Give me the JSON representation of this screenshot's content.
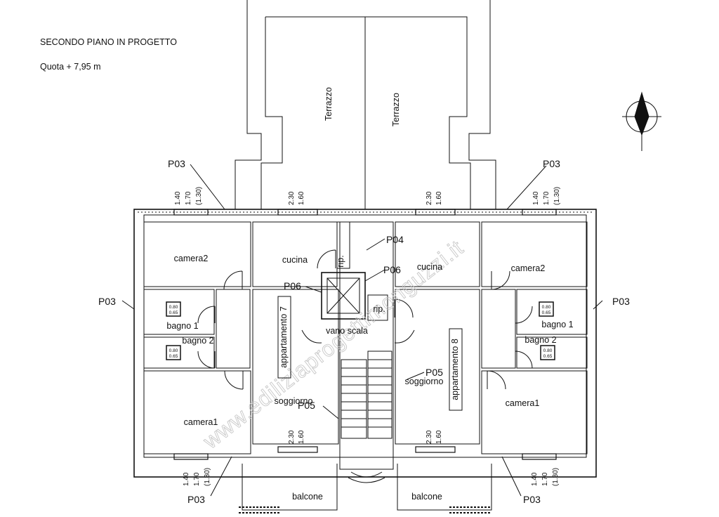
{
  "header": {
    "title": "SECONDO  PIANO IN PROGETTO",
    "elevation": "Quota + 7,95 m"
  },
  "watermark": "www.ediliziaprogettimonguzzi.it",
  "rooms": {
    "terrazzo_left": "Terrazzo",
    "terrazzo_right": "Terrazzo",
    "cucina_left": "cucina",
    "cucina_right": "cucina",
    "camera2_left": "camera2",
    "camera2_right": "camera2",
    "bagno1_left": "bagno 1",
    "bagno1_right": "bagno 1",
    "bagno2_left": "bagno 2",
    "bagno2_right": "bagno 2",
    "camera1_left": "camera1",
    "camera1_right": "camera1",
    "soggiorno_left": "soggiorno",
    "soggiorno_right": "soggiorno",
    "rip_left": "rip.",
    "rip_right": "rip.",
    "vano_scala": "vano scala",
    "balcone_left": "balcone",
    "balcone_right": "balcone",
    "appartamento7": "appartamento 7",
    "appartamento8": "appartamento 8"
  },
  "tags": {
    "p03": "P03",
    "p04": "P04",
    "p05": "P05",
    "p06": "P06"
  },
  "window_dims": {
    "bed_1": "1.40",
    "bed_2": "1.70",
    "bed_3": "(1.30)",
    "kit_1": "2.30",
    "kit_2": "1.60"
  },
  "skylight": {
    "w": "0.80",
    "h": "0.65"
  },
  "colors": {
    "lines": "#111111",
    "watermark": "#c8c8c8"
  }
}
